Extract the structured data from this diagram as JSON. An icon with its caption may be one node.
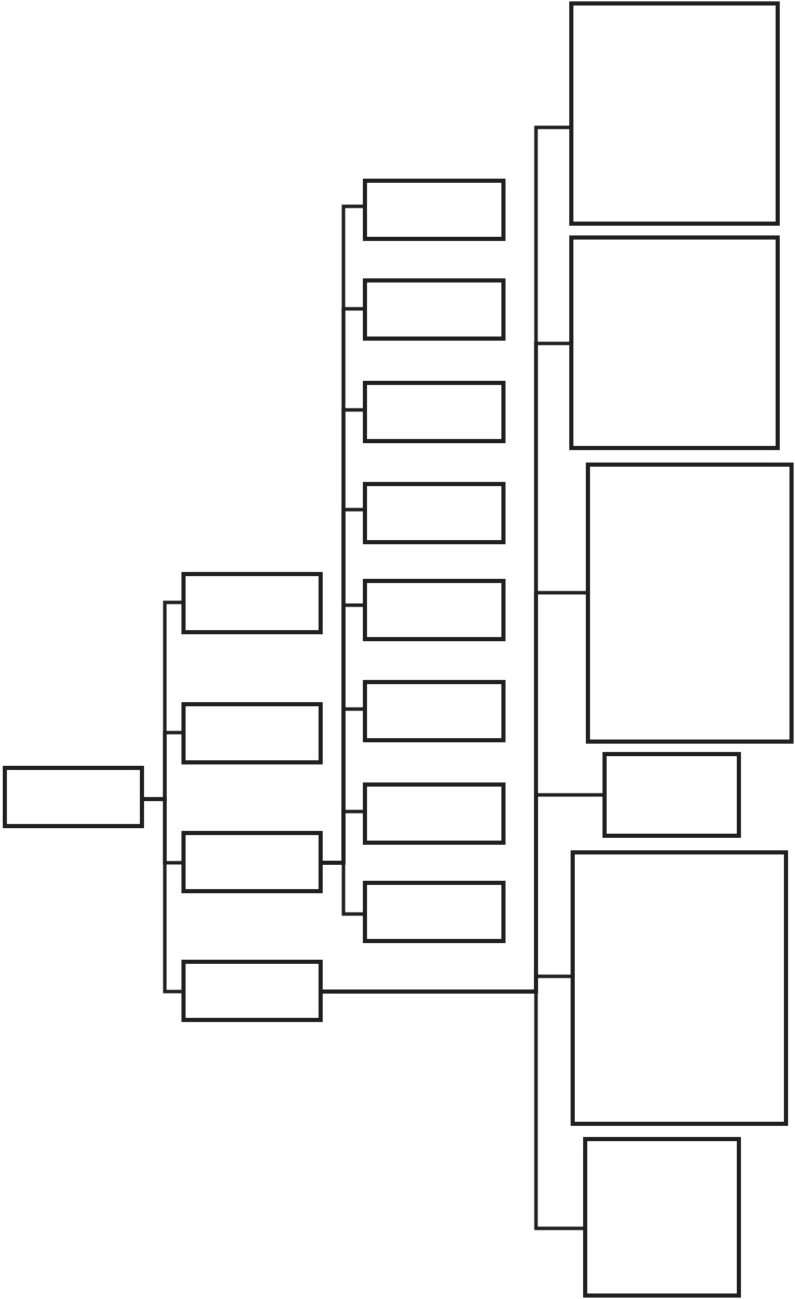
{
  "diagram": {
    "nodes": [
      {
        "text": [],
        "shape": "box"
      },
      {
        "text": [],
        "shape": "box"
      },
      {
        "text": [],
        "shape": "box"
      },
      {
        "text": [],
        "shape": "box"
      },
      {
        "text": [],
        "shape": "box"
      },
      {
        "text": [],
        "shape": "box"
      },
      {
        "text": [],
        "shape": "box"
      },
      {
        "text": [],
        "shape": "box"
      },
      {
        "text": [],
        "shape": "box"
      },
      {
        "text": [],
        "shape": "box"
      },
      {
        "text": [],
        "shape": "box"
      },
      {
        "text": [],
        "shape": "box"
      },
      {
        "text": [],
        "shape": "box"
      },
      {
        "text": [],
        "shape": "box"
      },
      {
        "text": [],
        "shape": "box"
      },
      {
        "text": [],
        "shape": "box"
      },
      {
        "text": [],
        "shape": "box"
      },
      {
        "text": [],
        "shape": "box"
      },
      {
        "text": [],
        "shape": "box"
      }
    ],
    "edges": [
      {
        "from": 0,
        "to": 1,
        "arrow": "none"
      },
      {
        "from": 0,
        "to": 2,
        "arrow": "none"
      },
      {
        "from": 0,
        "to": 3,
        "arrow": "none"
      },
      {
        "from": 0,
        "to": 4,
        "arrow": "none"
      },
      {
        "from": 3,
        "to": 5,
        "arrow": "none"
      },
      {
        "from": 3,
        "to": 6,
        "arrow": "none"
      },
      {
        "from": 3,
        "to": 7,
        "arrow": "none"
      },
      {
        "from": 3,
        "to": 8,
        "arrow": "none"
      },
      {
        "from": 3,
        "to": 9,
        "arrow": "none"
      },
      {
        "from": 3,
        "to": 10,
        "arrow": "none"
      },
      {
        "from": 3,
        "to": 11,
        "arrow": "none"
      },
      {
        "from": 3,
        "to": 12,
        "arrow": "none"
      },
      {
        "from": 4,
        "to": 13,
        "arrow": "none"
      },
      {
        "from": 4,
        "to": 14,
        "arrow": "none"
      },
      {
        "from": 4,
        "to": 15,
        "arrow": "none"
      },
      {
        "from": 4,
        "to": 16,
        "arrow": "none"
      },
      {
        "from": 4,
        "to": 17,
        "arrow": "none"
      },
      {
        "from": 4,
        "to": 18,
        "arrow": "none"
      }
    ]
  }
}
